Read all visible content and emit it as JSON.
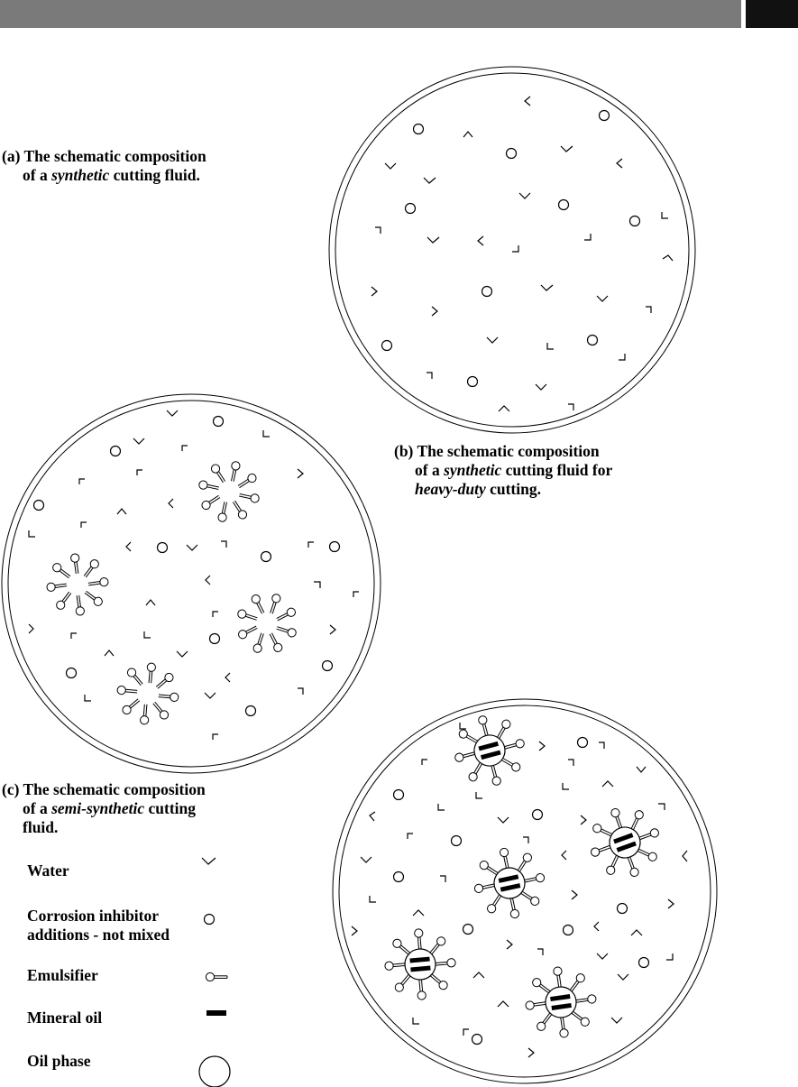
{
  "captions": {
    "a": {
      "line1": "(a) The schematic composition",
      "line2_pre": "of a ",
      "line2_em": "synthetic",
      "line2_post": " cutting fluid."
    },
    "b": {
      "line1": "(b) The schematic composition",
      "line2_pre": "of a ",
      "line2_em": "synthetic",
      "line2_post": " cutting fluid for",
      "line3_em": "heavy-duty",
      "line3_post": " cutting."
    },
    "c": {
      "line1": "(c) The schematic composition",
      "line2_pre": "of a ",
      "line2_em": "semi-synthetic",
      "line2_post": " cutting",
      "line3": "fluid."
    }
  },
  "legend": [
    {
      "label": "Water",
      "icon": "water-chevron-icon"
    },
    {
      "label_line1": "Corrosion inhibitor",
      "label_line2": "additions - not mixed",
      "icon": "corrosion-inhibitor-circle-icon"
    },
    {
      "label": "Emulsifier",
      "icon": "emulsifier-tadpole-icon"
    },
    {
      "label": "Mineral oil",
      "icon": "mineral-oil-bar-icon"
    },
    {
      "label": "Oil phase",
      "icon": "oil-phase-circle-icon"
    }
  ]
}
